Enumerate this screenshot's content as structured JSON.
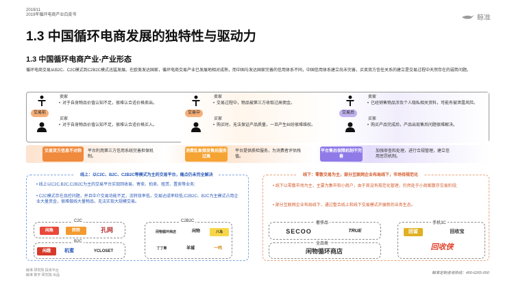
{
  "header": {
    "date": "2019/11",
    "report": "2019年循环电商产业白皮书",
    "logo_text": "鲸准"
  },
  "page_title": "1.3 中国循环电商发展的独特性与驱动力",
  "section_title": "1.3 中国循环电商产业-产业形态",
  "intro": "循环电商交易从B2C、C2C模式到C2B2C模式迅猛发展。在欧美发达国家，循环电商交易产业已发展地相对成熟，而中国与发达国家完善的信用体系不同，中国信用体系建立尚未完善，买卖双方信任关系的建立是交易过程中天然存在的弱势问题。",
  "stages": [
    {
      "badge": "交易前",
      "seller_label": "卖家",
      "seller_points": [
        "对于自身物品价值认知不足，很难认合适价格卖出。"
      ],
      "buyer_label": "买家",
      "buyer_points": [
        "对于自身物品价值认知不足，很难认合适价格买入。"
      ]
    },
    {
      "badge": "交易中",
      "seller_label": "卖家",
      "seller_points": [
        "交易过程中，物品被第三方收取过高佣金。"
      ],
      "buyer_label": "买家",
      "buyer_points": [
        "购买时，无法保证产品质量，一旦产生纠纷很难维权。"
      ]
    },
    {
      "badge": "交易后",
      "seller_label": "卖家",
      "seller_points": [
        "已经销售物品涉及个人隐私相关资料，可能有被泄露风险。"
      ],
      "buyer_label": "买家",
      "buyer_points": [
        "购买产品完成后，产品出现售后问题很难解决。"
      ]
    }
  ],
  "problems": [
    {
      "tag": "交易双方信息不对称",
      "text": "平台利用第三方信用系统完善担保机制。"
    },
    {
      "tag": "消费乱象频发售后服务过高",
      "text": "平台提供质检服务，为消费者评估残值。"
    },
    {
      "tag": "平台售后保障机制不完善",
      "text": "加强审查和处理，进行合规管理，建立信用惩罚机制。"
    }
  ],
  "online": {
    "heading": "线上：以C2C、B2C、C2B2C等模式为主的交易平台，痛点仍未完全解决",
    "points": [
      "线上以C2C,B2C,C2B2C为主的交易平台实现回收易、寄卖、拍卖、租赁、置卖等业务;",
      "C2C模式存在品控问题，并且中介交易功能不足，流转效率低，交易达成率较低;C2B2C、B2C为主模式占用企业大量资金，很难做线大量物品，无法实现大规模交易。"
    ],
    "groups": [
      {
        "label": "C2C",
        "logos": [
          "闲鱼",
          "转转",
          "孔网"
        ]
      },
      {
        "label": "B2C",
        "logos": [
          "闲趣",
          "机蜜",
          "YCLOSET"
        ]
      },
      {
        "label": "C2B2C",
        "logos": [
          "闲物循环商店",
          "闲物",
          "八马",
          "丁丁筹",
          "羊城",
          "一鸣"
        ]
      }
    ]
  },
  "offline": {
    "heading": "线下：零散交易为主，部分互联网企业布局线下，市场待规范化",
    "points": [
      "线下以零散市场为主，主要为集市和小商户，由于其没有规范化管理，仍然处于小商贩散存交易阶段;",
      "部分互联网企业布局线下，通过整合线上和线下交易模式开展新的业务生态。"
    ],
    "groups": [
      {
        "label": "奢侈品",
        "logos": [
          "SECOO",
          "TRUE"
        ]
      },
      {
        "label": "全品类",
        "logos": [
          "闲物循环商店"
        ]
      },
      {
        "label": "手机3C",
        "logos": [
          "回留",
          "回收宝",
          "回收侠"
        ]
      }
    ]
  },
  "footer": {
    "left1": "鲸准 研究院 投资平台",
    "left2": "鲸准 数字 研究院 出品",
    "right": "鲸准定制咨询热线：400-6265-050"
  }
}
